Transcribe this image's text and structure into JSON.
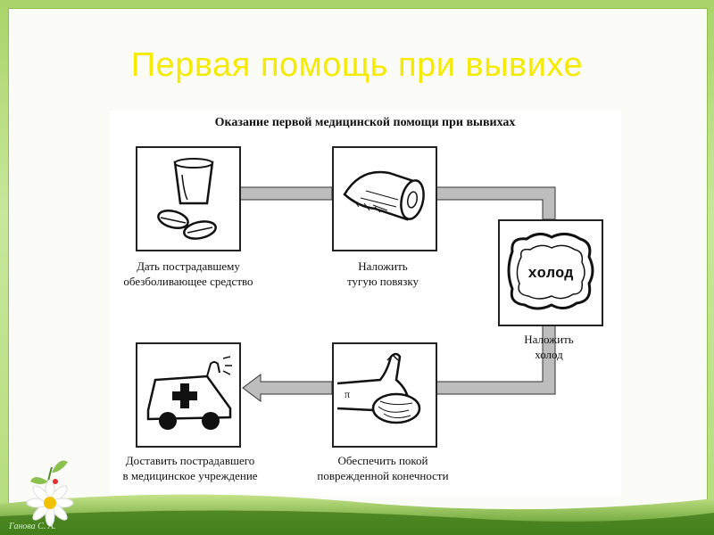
{
  "slide": {
    "title": "Первая помощь при вывихе",
    "author": "Ганова С. А."
  },
  "diagram": {
    "heading": "Оказание первой медицинской помощи при вывихах",
    "steps": [
      {
        "label_line1": "Дать пострадавшему",
        "label_line2": "обезболивающее средство",
        "icon": "cup-and-pills-icon"
      },
      {
        "label_line1": "Наложить",
        "label_line2": "тугую повязку",
        "icon": "bandage-roll-icon"
      },
      {
        "label_line1": "Наложить",
        "label_line2": "холод",
        "icon": "cold-pack-icon",
        "icon_text": "холод"
      },
      {
        "label_line1": "Обеспечить покой",
        "label_line2": "поврежденной конечности",
        "icon": "splinted-arm-icon"
      },
      {
        "label_line1": "Доставить пострадавшего",
        "label_line2": "в медицинское учреждение",
        "icon": "ambulance-icon"
      }
    ]
  },
  "colors": {
    "title": "#f5ea00",
    "frame_green": "#a9d46a",
    "arrow_gray": "#bdbdbd"
  }
}
